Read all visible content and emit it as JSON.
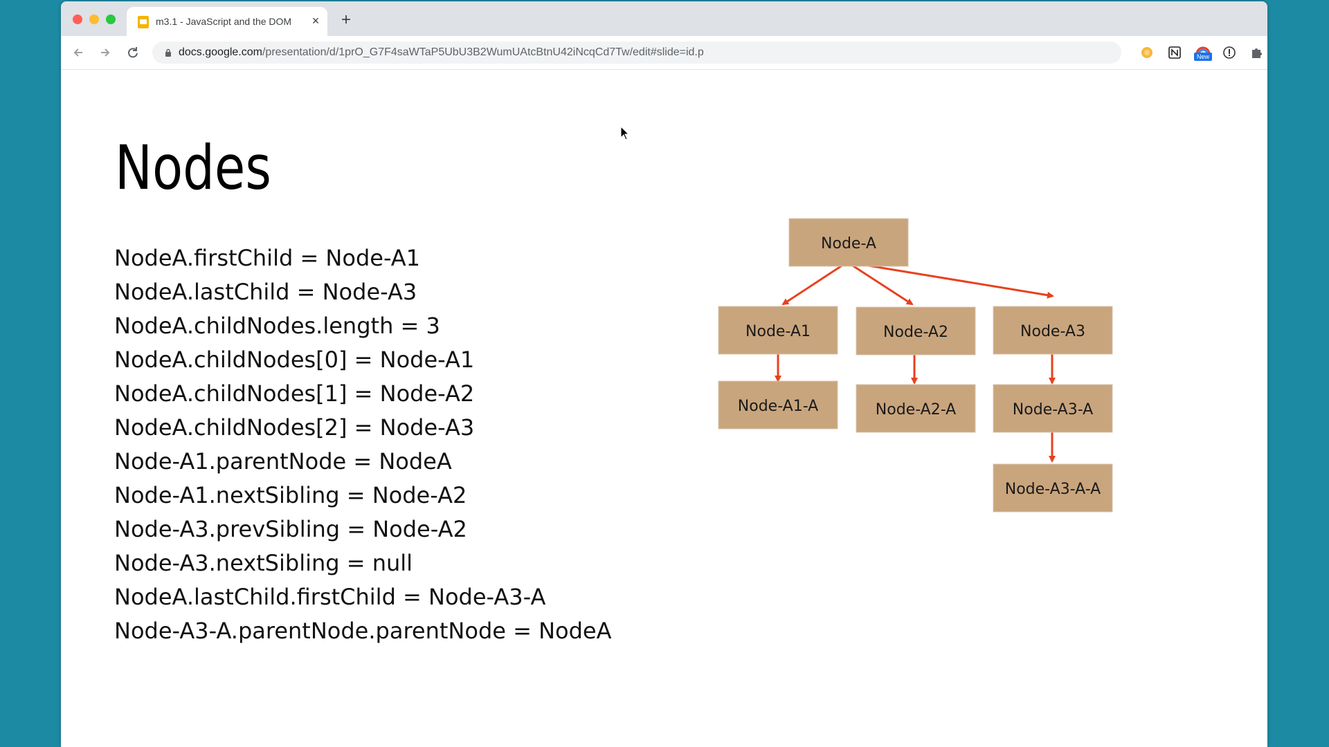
{
  "browser": {
    "tab_title": "m3.1 - JavaScript and the DOM",
    "tab_close": "×",
    "new_tab": "+",
    "url_host": "docs.google.com",
    "url_path": "/presentation/d/1prO_G7F4saWTaP5UbU3B2WumUAtcBtnU42iNcqCd7Tw/edit#slide=id.p",
    "ext_badge": "New"
  },
  "slide": {
    "title": "Nodes",
    "lines": [
      "NodeA.firstChild = Node-A1",
      "NodeA.lastChild = Node-A3",
      "NodeA.childNodes.length = 3",
      "NodeA.childNodes[0] = Node-A1",
      "NodeA.childNodes[1] = Node-A2",
      "NodeA.childNodes[2] = Node-A3",
      "Node-A1.parentNode = NodeA",
      "Node-A1.nextSibling = Node-A2",
      "Node-A3.prevSibling = Node-A2",
      "Node-A3.nextSibling = null",
      "NodeA.lastChild.firstChild = Node-A3-A",
      "Node-A3-A.parentNode.parentNode = NodeA"
    ]
  },
  "diagram": {
    "box_color": "#c9a57d",
    "arrow_color": "#e8411f",
    "nodes": {
      "root": "Node-A",
      "a1": "Node-A1",
      "a2": "Node-A2",
      "a3": "Node-A3",
      "a1a": "Node-A1-A",
      "a2a": "Node-A2-A",
      "a3a": "Node-A3-A",
      "a3aa": "Node-A3-A-A"
    }
  }
}
